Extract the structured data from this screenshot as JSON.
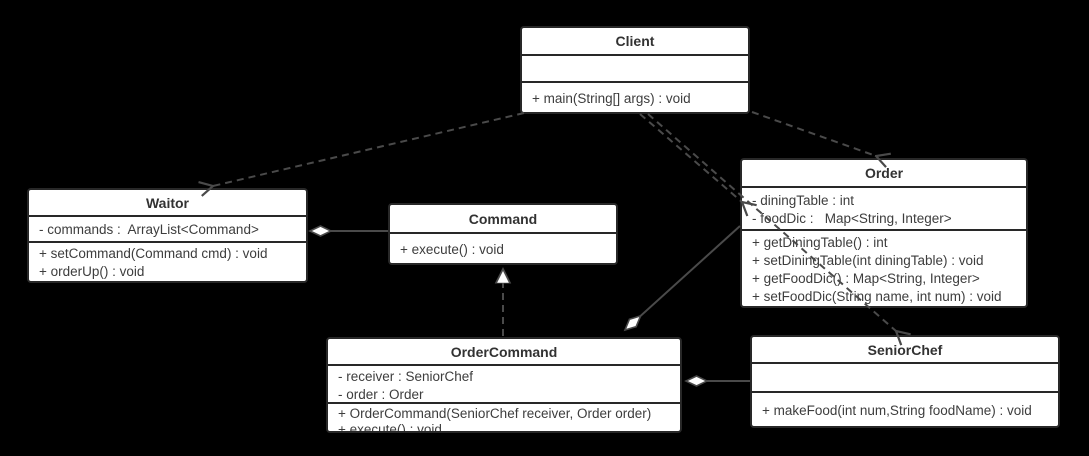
{
  "diagram": {
    "type": "uml-class-diagram",
    "pattern": "Command",
    "colors": {
      "background": "#000000",
      "box_fill": "#ffffff",
      "box_border": "#282828",
      "text": "#3d3d3d",
      "connector": "#4a4a4a"
    },
    "classes": [
      {
        "name": "Client",
        "attributes": [],
        "methods": [
          "+ main(String[] args) : void"
        ]
      },
      {
        "name": "Waitor",
        "attributes": [
          "- commands :  ArrayList<Command>"
        ],
        "methods": [
          "+ setCommand(Command cmd) : void",
          "+ orderUp() : void"
        ]
      },
      {
        "name": "Command",
        "attributes": [],
        "methods": [
          "+ execute() : void"
        ]
      },
      {
        "name": "Order",
        "attributes": [
          "- diningTable : int",
          "- foodDic :   Map<String, Integer>"
        ],
        "methods": [
          "+ getDiningTable() : int",
          "+ setDiningTable(int diningTable) : void",
          "+ getFoodDic() : Map<String, Integer>",
          "+ setFoodDic(String name, int num) : void"
        ]
      },
      {
        "name": "OrderCommand",
        "attributes": [
          "- receiver : SeniorChef",
          "- order : Order"
        ],
        "methods": [
          "+ OrderCommand(SeniorChef receiver, Order order)",
          "+ execute() : void"
        ]
      },
      {
        "name": "SeniorChef",
        "attributes": [],
        "methods": [
          "+ makeFood(int num,String foodName) : void"
        ]
      }
    ],
    "relationships": [
      {
        "from": "Client",
        "to": "Waitor",
        "type": "dependency",
        "line": "dashed",
        "arrow": "open"
      },
      {
        "from": "Client",
        "to": "Order",
        "type": "dependency",
        "line": "dashed",
        "arrow": "open",
        "enters": "left edge"
      },
      {
        "from": "Client",
        "to": "Order",
        "type": "dependency",
        "line": "dashed",
        "arrow": "open",
        "enters": "top edge"
      },
      {
        "from": "Client",
        "to": "SeniorChef",
        "type": "dependency",
        "line": "dashed",
        "arrow": "open"
      },
      {
        "from": "OrderCommand",
        "to": "Command",
        "type": "realization",
        "line": "dashed",
        "arrow": "hollow-triangle"
      },
      {
        "from": "Waitor",
        "to": "Command",
        "type": "aggregation",
        "line": "solid",
        "diamond_at": "Waitor"
      },
      {
        "from": "OrderCommand",
        "to": "Order",
        "type": "aggregation",
        "line": "solid",
        "diamond_at": "OrderCommand"
      },
      {
        "from": "OrderCommand",
        "to": "SeniorChef",
        "type": "aggregation",
        "line": "solid",
        "diamond_at": "OrderCommand"
      }
    ]
  }
}
